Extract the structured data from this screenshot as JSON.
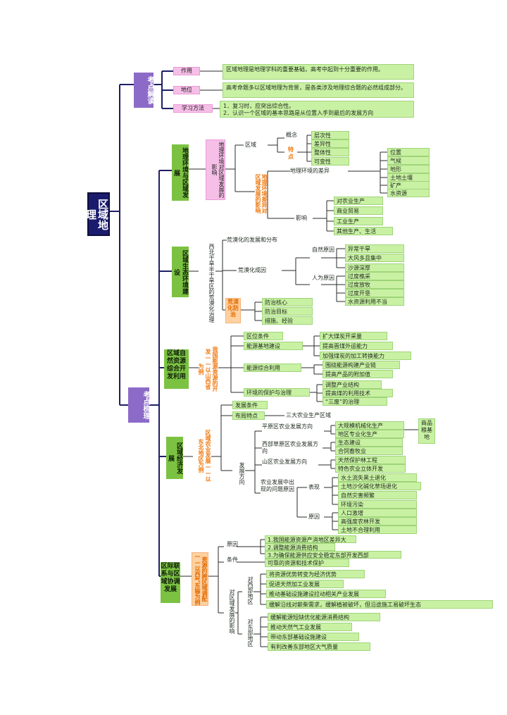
{
  "root": "区域地理",
  "kaodian_jiedu": "考点解读",
  "kaodian_shuli": "考点梳理",
  "jiedu": [
    {
      "label": "作用",
      "text": "区域地理是地理学科的重要基础，高考中起到十分重要的作用。"
    },
    {
      "label": "地位",
      "text": "高考命题多以区域地理为背景，是各类涉及地理综合题的必然组成部分。"
    },
    {
      "label": "学习方法",
      "lines": [
        "1．复习时，应突出综合性。",
        "2．认识一个区域的基本思路是从位置入手到最后的发展方向"
      ]
    }
  ],
  "s1": {
    "title": "地理环境与区域发展",
    "sub": "地理环境对区域发展的影响",
    "quyu": "区域",
    "gainian": "概念",
    "tedian": "特点",
    "traits": [
      "层次性",
      "差异性",
      "整体性",
      "可变性"
    ],
    "chayi_label": "地理环境差异对区域发展的影响",
    "chayi": "地理环境的差异",
    "factors": [
      "位置",
      "气候",
      "地形",
      "土地土壤",
      "矿产",
      "水资源"
    ],
    "yingxiang": "影响",
    "impacts": [
      "对农业生产",
      "商业贸易",
      "工业生产",
      "其他生产、生活"
    ]
  },
  "s2": {
    "title": "区域生态环境建设",
    "sub": "西北干旱半干旱区的荒漠化治理",
    "spread": "荒漠化的发展和分布",
    "causes": "荒漠化成因",
    "ziran": "自然原因",
    "natural": [
      "异常干旱",
      "大风多且集中",
      "沙源深厚"
    ],
    "renwei": "人为原因",
    "human": [
      "过度樵采",
      "过度放牧",
      "过度开垦",
      "水资源利用不当"
    ],
    "fangzhi": "荒漠化防治",
    "fz_items": [
      "防治核心",
      "防治目标",
      "措施、经验"
    ]
  },
  "s3": {
    "title": "区域自然资源综合开发利用",
    "sub": "我国能源资源的开发——以山西省为例",
    "items": [
      "区位条件",
      "能源基地建设",
      "能源综合利用",
      "环境的保护与治理"
    ],
    "jidi": [
      "扩大煤炭开采量",
      "提高晋煤外运能力",
      "加强煤炭的加工转换能力"
    ],
    "zonghe": [
      "围绕能源构建产业链",
      "提高产品的附加值"
    ],
    "huanjing": [
      "调整产业结构",
      "提高煤的利用技术",
      "“三废”的治理"
    ]
  },
  "s4": {
    "title": "区域经济发展",
    "sub": "区域农业发展——以东北地区为例",
    "items": [
      "发展条件",
      "布局特点",
      "三大农业生产区域"
    ],
    "fazhan": "发展方向",
    "pingyuan": "平原区农业发展方向",
    "py": [
      "大规模机械化生产",
      "地区专业化生产"
    ],
    "shangpin": "商品粮基地",
    "xibu": "西部草原区农业发展方向",
    "xb": [
      "生态建设",
      "合饲畜牧业"
    ],
    "shanqu": "山区农业发展方向",
    "sq": [
      "天然保护林工程",
      "特色农业立体开发"
    ],
    "wenti": "农业发展中出现的问题原因",
    "biaoxian": "表现",
    "bx": [
      "水土流失黑土退化",
      "土地沙化碱化草场退化",
      "自然灾害频繁",
      "环境污染"
    ],
    "yuanyin": "原因",
    "yy": [
      "人口激增",
      "高强度农林开发",
      "土地不合理利用"
    ]
  },
  "s5": {
    "title": "区际联系与区域协调发展",
    "sub": "资源的跨区域调配——以西气东输为例",
    "yuanyin": "原因",
    "yy": [
      "1.我国能源资源产消地区差异大",
      "2.调整能源消费结构",
      "3.为确保能源供应安全稳定东部开发西部"
    ],
    "tiaojian": "条件",
    "tj": "可靠的资源和技术保护",
    "duiquyu": "对区域发展的影响",
    "xibu": "对西部地区",
    "west": [
      "将资源优势转变为经济优势",
      "促进天然加工业发展",
      "推动基础设施建设拉动相关产业发展",
      "缓解沿线对薪柴需求，缓解植被破坏，但沿途施工易破坏生态"
    ],
    "dongbu": "对东部地区",
    "east": [
      "缓解能源短缺优化能源消费结构",
      "推动天然气工业发展",
      "带动东部基础设施建设",
      "有利改善东部地区大气质量"
    ]
  }
}
